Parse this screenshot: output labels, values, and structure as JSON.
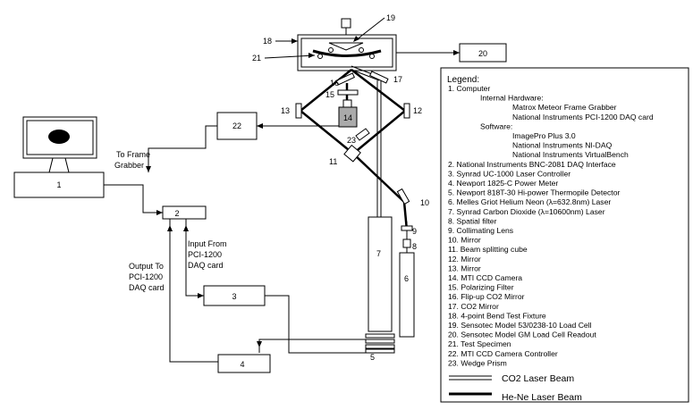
{
  "diagram": {
    "components": {
      "c1": "1",
      "c2": "2",
      "c3": "3",
      "c4": "4",
      "c5": "5",
      "c6": "6",
      "c7": "7",
      "c8": "8",
      "c9": "9",
      "c10": "10",
      "c11": "11",
      "c12": "12",
      "c13": "13",
      "c14": "14",
      "c15": "15",
      "c16": "16",
      "c17": "17",
      "c18": "18",
      "c19": "19",
      "c20": "20",
      "c21": "21",
      "c22": "22",
      "c23": "23"
    },
    "annotations": {
      "to_frame_grabber": [
        "To Frame",
        "Grabber"
      ],
      "input_from": [
        "Input From",
        "PCI-1200",
        "DAQ card"
      ],
      "output_to": [
        "Output To",
        "PCI-1200",
        "DAQ card"
      ]
    }
  },
  "legend": {
    "title": "Legend:",
    "lines": [
      "1. Computer",
      "Internal Hardware:",
      "Matrox Meteor Frame Grabber",
      "National Instruments PCI-1200 DAQ card",
      "Software:",
      "ImagePro Plus 3.0",
      "National Instruments NI-DAQ",
      "National Instruments VirtualBench",
      "2. National Instruments BNC-2081 DAQ Interface",
      "3. Synrad UC-1000 Laser Controller",
      "4. Newport 1825-C Power Meter",
      "5. Newport 818T-30 Hi-power Thermopile Detector",
      "6. Melles Griot Helium Neon (λ=632.8nm) Laser",
      "7. Synrad Carbon Dioxide (λ=10600nm) Laser",
      "8. Spatial filter",
      "9. Collimating Lens",
      "10. Mirror",
      "11. Beam splitting cube",
      "12. Mirror",
      "13. Mirror",
      "14. MTI CCD Camera",
      "15. Polarizing Filter",
      "16. Flip-up CO2 Mirror",
      "17. CO2 Mirror",
      "18. 4-point Bend Test Fixture",
      "19. Sensotec Model 53/0238-10 Load Cell",
      "20. Sensotec Model GM Load Cell Readout",
      "21. Test Specimen",
      "22. MTI CCD Camera Controller",
      "23. Wedge Prism"
    ],
    "co2_beam": "CO2 Laser Beam",
    "hene_beam": "He-Ne Laser Beam"
  }
}
